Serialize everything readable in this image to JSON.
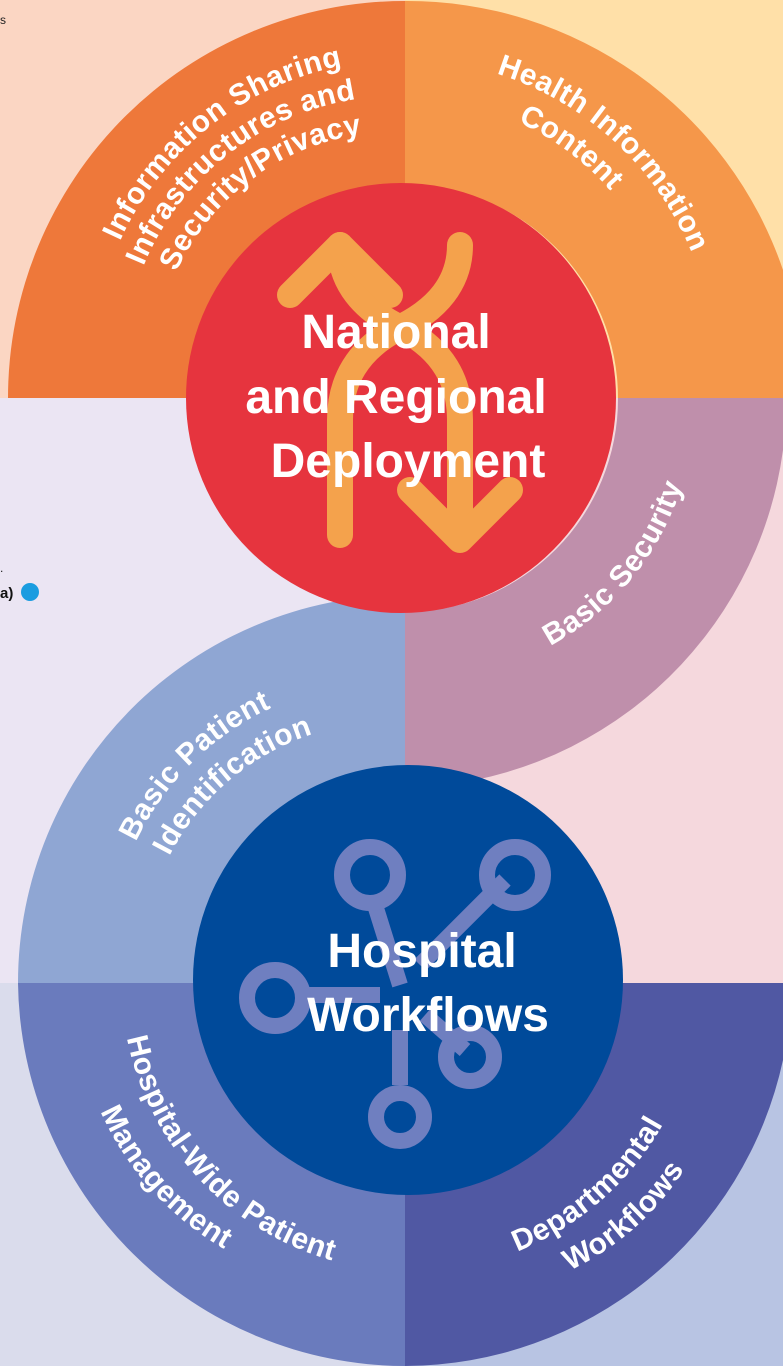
{
  "margin": {
    "top_fragment": "s",
    "mid_fragment": ".",
    "bold_fragment": "a)",
    "dot_color": "#1a9ce0"
  },
  "top_hub": {
    "lines": [
      "National",
      "and Regional",
      "Deployment"
    ],
    "color": "#e6343e",
    "icon": "crossing-arrows-icon"
  },
  "bottom_hub": {
    "lines": [
      "Hospital",
      "Workflows"
    ],
    "color": "#004a9a",
    "icon": "network-nodes-icon"
  },
  "segments": {
    "info_sharing": {
      "lines": [
        "Information Sharing",
        "Infrastructures and",
        "Security/Privacy"
      ],
      "color": "#ee783a"
    },
    "health_content": {
      "lines": [
        "Health Information",
        "Content"
      ],
      "color": "#f5974a"
    },
    "basic_security": {
      "lines": [
        "Basic Security"
      ],
      "color": "#bf8fab"
    },
    "patient_id": {
      "lines": [
        "Basic Patient",
        "Identification"
      ],
      "color": "#8fa6d3"
    },
    "patient_mgmt": {
      "lines": [
        "Hospital-Wide Patient",
        "Management"
      ],
      "color": "#6a7bbd"
    },
    "dept_workflows": {
      "lines": [
        "Departmental",
        "Workflows"
      ],
      "color": "#5058a3"
    }
  },
  "backgrounds": {
    "top_left": "#fbd6c3",
    "top_right": "#ffe0a8",
    "mid_left": "#ebe5f3",
    "mid_right": "#f5d8dd",
    "bottom_left": "#dadcec",
    "bottom_right": "#b8c4e3"
  }
}
